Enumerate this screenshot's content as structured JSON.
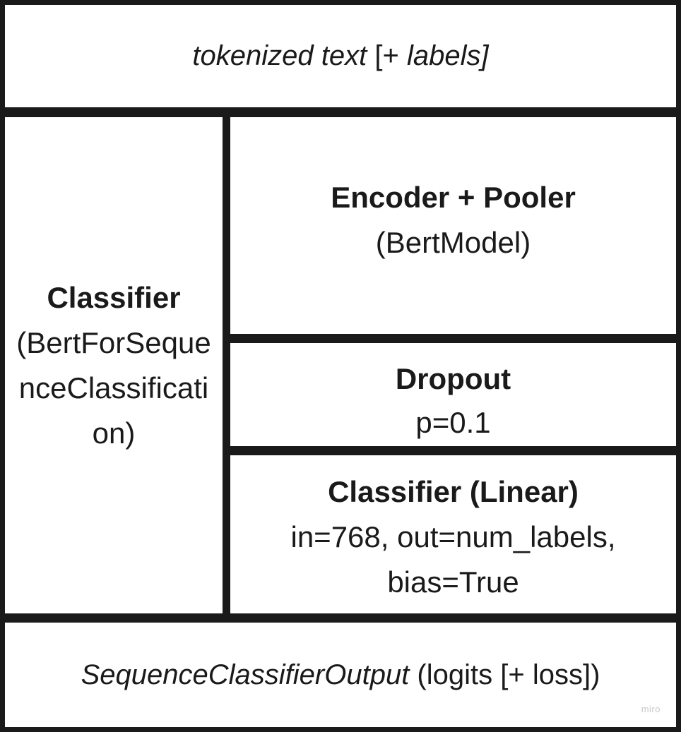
{
  "top": {
    "text_italic_1": "tokenized text",
    "text_plain": " [+ ",
    "text_italic_2": "labels]"
  },
  "left": {
    "title": "Classifier",
    "subtitle": "(BertForSequenceClassification)"
  },
  "encoder": {
    "title": "Encoder + Pooler",
    "subtitle": "(BertModel)"
  },
  "dropout": {
    "title": "Dropout",
    "subtitle": "p=0.1"
  },
  "linear": {
    "title": "Classifier (Linear)",
    "line1": "in=768, out=num_labels,",
    "line2": "bias=True"
  },
  "bottom": {
    "text_italic": "SequenceClassifierOutput",
    "text_plain": " (logits [+ loss])"
  },
  "watermark": "miro"
}
